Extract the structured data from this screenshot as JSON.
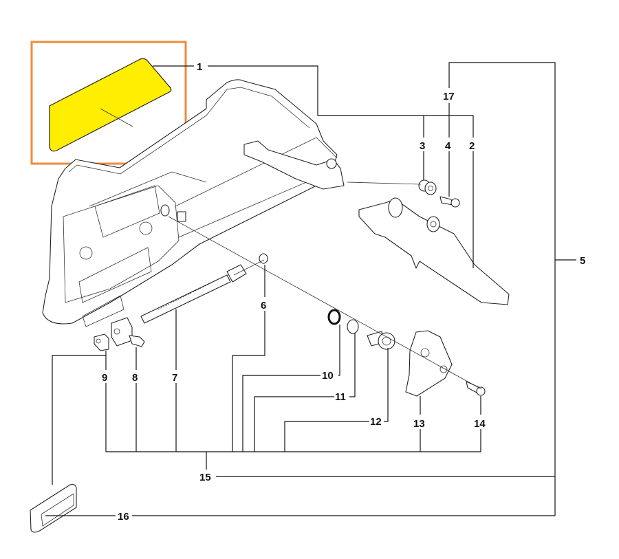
{
  "diagram": {
    "title": "Exploded parts diagram - chain brake / front handle assembly",
    "highlight": {
      "part_number": "1",
      "fill_color": "#ffee00",
      "frame_color": "#f08a3c"
    },
    "callouts": [
      {
        "id": "1",
        "label": "1"
      },
      {
        "id": "2",
        "label": "2"
      },
      {
        "id": "3",
        "label": "3"
      },
      {
        "id": "4",
        "label": "4"
      },
      {
        "id": "5",
        "label": "5"
      },
      {
        "id": "6",
        "label": "6"
      },
      {
        "id": "7",
        "label": "7"
      },
      {
        "id": "8",
        "label": "8"
      },
      {
        "id": "9",
        "label": "9"
      },
      {
        "id": "10",
        "label": "10"
      },
      {
        "id": "11",
        "label": "11"
      },
      {
        "id": "12",
        "label": "12"
      },
      {
        "id": "13",
        "label": "13"
      },
      {
        "id": "14",
        "label": "14"
      },
      {
        "id": "15",
        "label": "15"
      },
      {
        "id": "16",
        "label": "16"
      },
      {
        "id": "17",
        "label": "17"
      }
    ]
  }
}
